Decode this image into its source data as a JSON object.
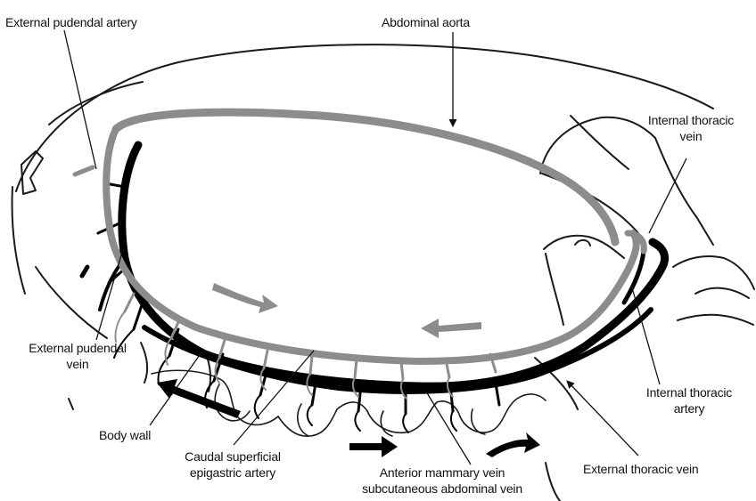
{
  "labels": {
    "external_pudendal_artery": "External pudendal artery",
    "abdominal_aorta": "Abdominal aorta",
    "internal_thoracic_vein_l1": "Internal thoracic",
    "internal_thoracic_vein_l2": "vein",
    "external_pudendal_vein_l1": "External pudendal",
    "external_pudendal_vein_l2": "vein",
    "internal_thoracic_artery_l1": "Internal thoracic",
    "internal_thoracic_artery_l2": "artery",
    "body_wall": "Body wall",
    "caudal_superficial_epigastric_artery_l1": "Caudal superficial",
    "caudal_superficial_epigastric_artery_l2": "epigastric artery",
    "anterior_mammary_vein": "Anterior mammary vein",
    "subcutaneous_abdominal_vein": "subcutaneous abdominal vein",
    "external_thoracic_vein": "External thoracic vein"
  },
  "colors": {
    "artery": "#8c8c8c",
    "vein": "#000000",
    "outline": "#1a1a1a",
    "artery_flow_arrow": "#8c8c8c",
    "vein_flow_arrow": "#000000"
  }
}
